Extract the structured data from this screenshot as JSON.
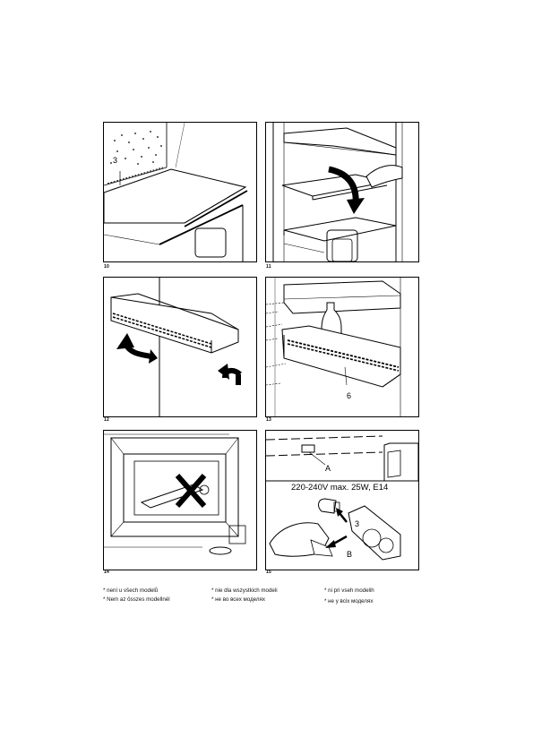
{
  "figures": [
    {
      "number": "10",
      "callout": "3"
    },
    {
      "number": "11"
    },
    {
      "number": "12"
    },
    {
      "number": "13",
      "callout": "6"
    },
    {
      "number": "14"
    },
    {
      "number": "15",
      "callout_a": "A",
      "callout_b": "B",
      "callout_c": "3",
      "lamp_spec": "220-240V max. 25W, E14"
    }
  ],
  "footnotes": [
    "* není u všech modelů",
    "* nie dla wszystkich modeli",
    "* ni pri vseh modelih",
    "* Nem az összes modellnél",
    "* не во всех моделях",
    "* не у всіх моделях"
  ]
}
